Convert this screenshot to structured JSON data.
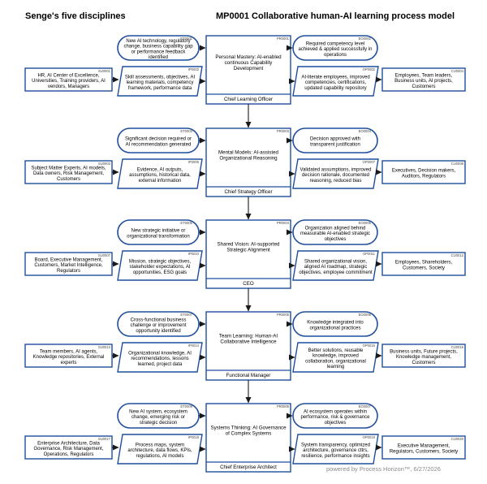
{
  "header": {
    "left_title": "Senge's five disciplines",
    "right_title": "MP0001 Collaborative human-AI learning process model"
  },
  "footer": {
    "text": "powered by Process Horizon™, 6/27/2026"
  },
  "rows": [
    {
      "event_id": "ET0001",
      "event": "New AI technology, regulatory change, business capability gap or performance feedback identified",
      "input_id": "IP0002",
      "input": "Skill assessments, objectives, AI learning materials, competency framework, performance data",
      "supplier_id": "SU0001",
      "supplier": "HR, AI Center of Excellence, Universities, Training providers, AI vendors, Managers",
      "process_id": "PR0001",
      "process": "Personal Mastery: AI-enabled continuous Capability Development",
      "role": "Chief Learning Officer",
      "end_id": "EO0002",
      "end": "Required competency level achieved & applied successfully in operations",
      "output_id": "OP0002",
      "output": "AI-literate employees, improved competencies, certifications, updated capability repository",
      "customer_id": "CU0004",
      "customer": "Employees, Team leaders, Business units, AI projects, Customers"
    },
    {
      "event_id": "ET0003",
      "event": "Significant decision required or AI recommendation generated",
      "input_id": "IP0006",
      "input": "Evidence, AI outputs, assumptions, historical data, external information",
      "supplier_id": "SU0003",
      "supplier": "Subject Matter Experts, AI models, Data owners, Risk Management, Customers",
      "process_id": "PR0003",
      "process": "Mental Models: AI-assisted Organizational Reasoning",
      "role": "Chief Strategy Officer",
      "end_id": "EO0004",
      "end": "Decision approved with transparent justification",
      "output_id": "OP0007",
      "output": "Validated assumptions, improved decision rationale, documented reasoning, reduced bias",
      "customer_id": "CU0008",
      "customer": "Executives, Decision makers, Auditors, Regulators"
    },
    {
      "event_id": "ET0005",
      "event": "New strategic initiative or organizational transformation",
      "input_id": "IP0010",
      "input": "Mission, strategic objectives, stakeholder expectations, AI opportunities, ESG goals",
      "supplier_id": "SU0007",
      "supplier": "Board, Executive Management, Customers, Market Intelligence, Regulators",
      "process_id": "PR0004",
      "process": "Shared Vision: AI-supported Strategic Alignment",
      "role": "CEO",
      "end_id": "EO0005",
      "end": "Organization aligned behind measurable AI-enabled strategic objectives",
      "output_id": "OP0011",
      "output": "Shared organizational vision, aligned AI roadmap, strategic objectives, employee commitment",
      "customer_id": "CU0012",
      "customer": "Employees, Shareholders, Customers, Society"
    },
    {
      "event_id": "ET0007",
      "event": "Cross-functional business challenge or improvement opportunity identified",
      "input_id": "IP0014",
      "input": "Organizational knowledge, AI recommendations, lessons learned, project data",
      "supplier_id": "SU0013",
      "supplier": "Team members, AI agents, Knowledge repositories, External experts",
      "process_id": "PR0005",
      "process": "Team Learning: Human-AI Collaborative Intelligence",
      "role": "Functional Manager",
      "end_id": "EO0006",
      "end": "Knowledge integrated into organizational practices",
      "output_id": "OP0015",
      "output": "Better solutions, reusable knowledge, improved collaboration, organizational learning",
      "customer_id": "CU0016",
      "customer": "Business units, Future projects, Knowledge management, Customers"
    },
    {
      "event_id": "ET0009",
      "event": "New AI system, ecosystem change, emerging risk or strategic decision",
      "input_id": "IP0018",
      "input": "Process maps, system architecture, data flows, KPIs, regulations, AI models",
      "supplier_id": "SU0017",
      "supplier": "Enterprise Architecture, Data Governance, Risk Management, Operations, Regulators",
      "process_id": "PR0006",
      "process": "Systems Thinking: AI Governance of Complex Systems",
      "role": "Chief Enterprise Architect",
      "end_id": "EO0007",
      "end": "AI ecosystem operates within performance, risk & governance objectives",
      "output_id": "OP0019",
      "output": "System transparency, optimized architecture, governance cttrs, resilience, performance insights",
      "customer_id": "CU0020",
      "customer": "Executive Management, Regulators, Customers, Society"
    }
  ]
}
